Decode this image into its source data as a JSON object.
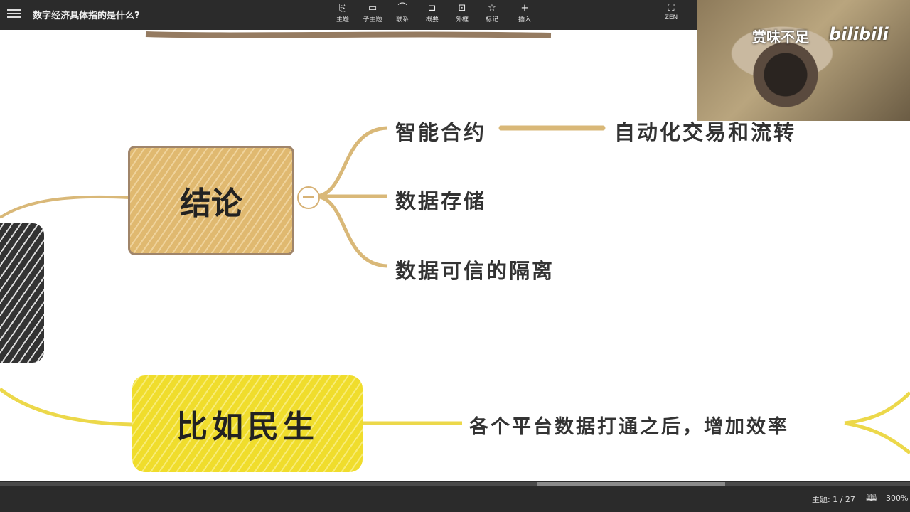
{
  "header": {
    "title": "数字经济具体指的是什么?",
    "tools": [
      {
        "label": "主题",
        "icon": "⎘"
      },
      {
        "label": "子主题",
        "icon": "▭"
      },
      {
        "label": "联系",
        "icon": "⌒"
      },
      {
        "label": "概要",
        "icon": "⊐"
      },
      {
        "label": "外框",
        "icon": "⊡"
      },
      {
        "label": "标记",
        "icon": "☆"
      },
      {
        "label": "插入",
        "icon": "+"
      }
    ],
    "zen_label": "ZEN",
    "zen_icon": "⛶"
  },
  "webcam": {
    "caption": "赏味不足",
    "logo": "bilibili"
  },
  "mindmap": {
    "conclusion": "结论",
    "branches": [
      "智能合约",
      "数据存储",
      "数据可信的隔离"
    ],
    "smart_contract_detail": "自动化交易和流转",
    "example": "比如民生",
    "example_detail": "各个平台数据打通之后，增加效率"
  },
  "status": {
    "topics": "主题: 1 / 27",
    "book_icon": "🕮",
    "zoom": "300%"
  },
  "colors": {
    "toolbar_bg": "#2b2b2b",
    "branch_tan": "#d9b878",
    "branch_yellow": "#ecd84a",
    "conclusion_fill": "#e0b970",
    "example_fill": "#f0dd2c"
  }
}
